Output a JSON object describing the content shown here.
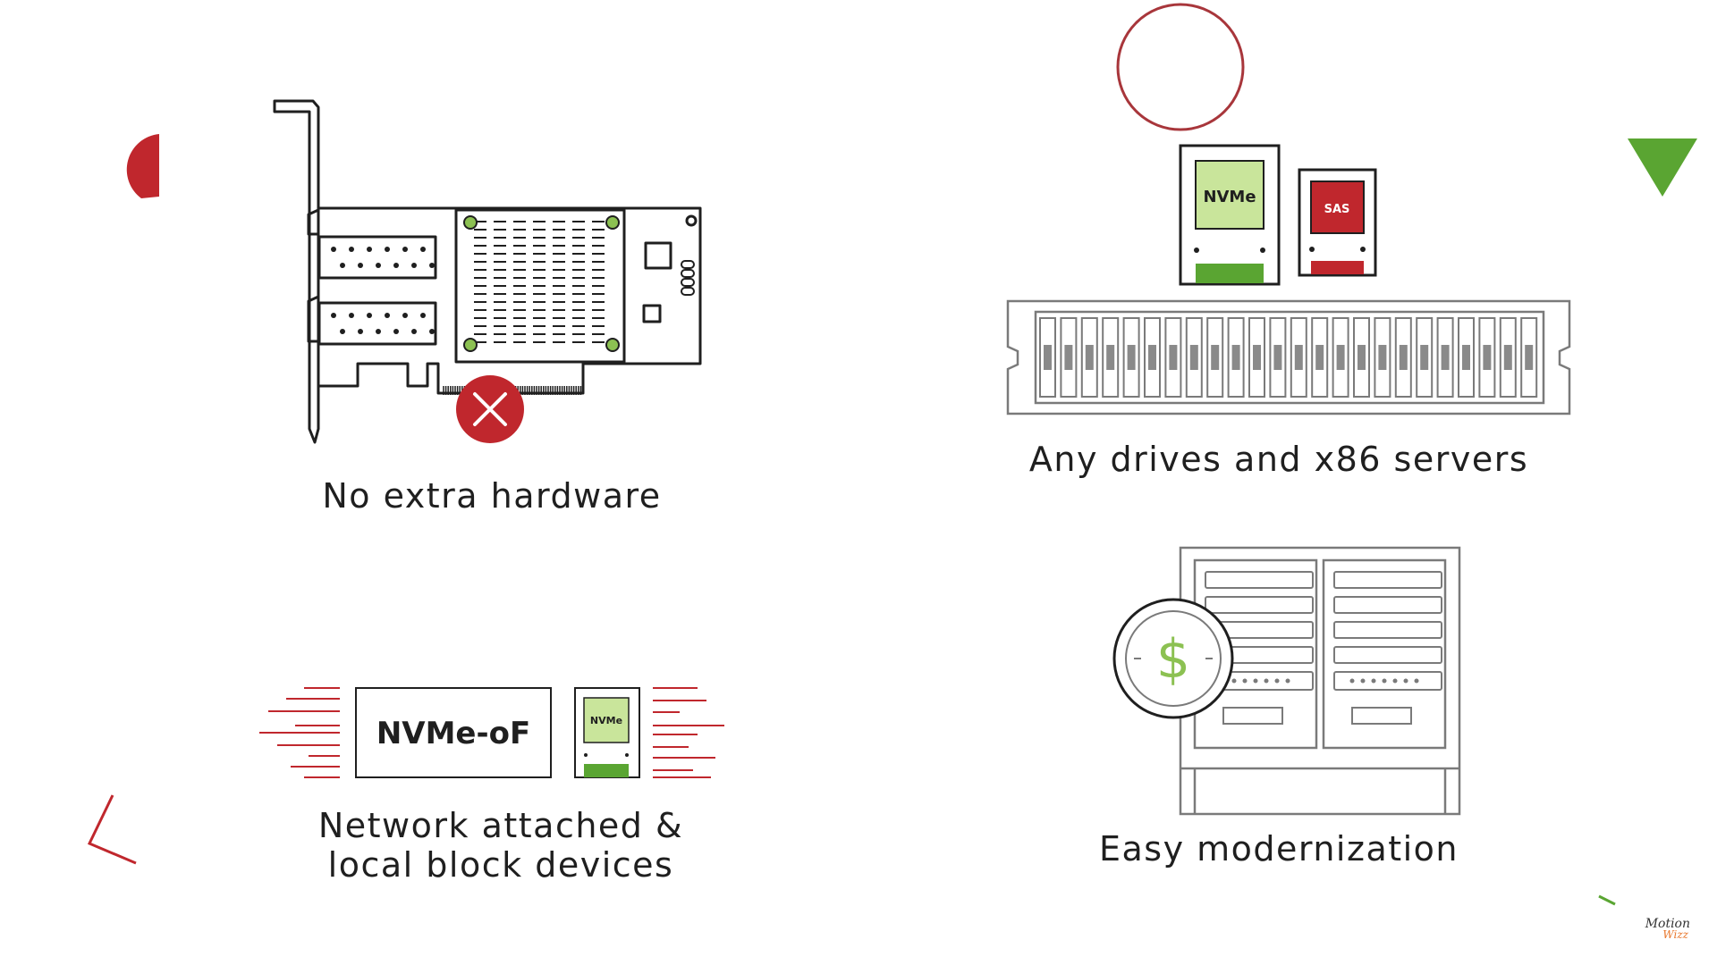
{
  "features": [
    {
      "id": "hardware",
      "caption_lines": [
        "No extra hardware"
      ],
      "badge": "x-icon"
    },
    {
      "id": "drives",
      "caption_lines": [
        "Any drives and x86 servers"
      ],
      "drive_labels": [
        "NVMe",
        "SAS"
      ]
    },
    {
      "id": "network",
      "caption_lines": [
        "Network attached &",
        "local block devices"
      ],
      "box_label": "NVMe-oF",
      "drive_label": "NVMe"
    },
    {
      "id": "modernization",
      "caption_lines": [
        "Easy modernization"
      ],
      "coin_symbol": "$"
    }
  ],
  "watermark": {
    "line1": "Motion",
    "line2": "Wizz"
  },
  "colors": {
    "accent_red": "#c0272d",
    "accent_green": "#5aa532",
    "light_green": "#c9e59b",
    "line": "#1f1f1f",
    "gray": "#7a7a7a"
  }
}
